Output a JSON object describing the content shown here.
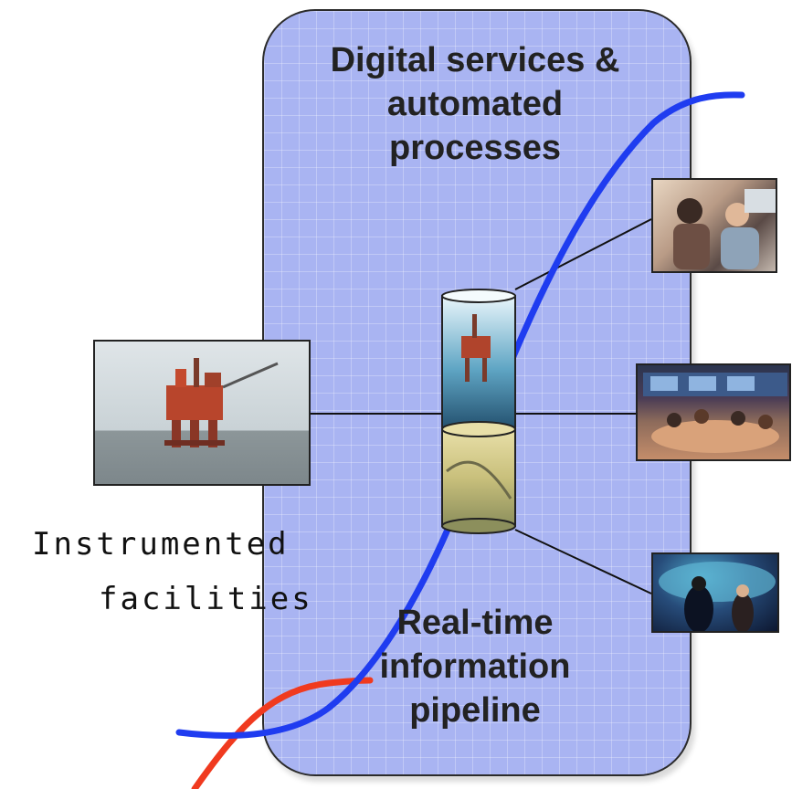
{
  "diagram": {
    "top_title": [
      "Digital services &",
      "automated",
      "processes"
    ],
    "bottom_title": [
      "Real-time",
      "information",
      "pipeline"
    ],
    "side_label": [
      "Instrumented",
      "facilities"
    ],
    "colors": {
      "panel": "#a9b4f2",
      "blue_curve": "#1f3cf0",
      "red_curve": "#f03a1f"
    },
    "icons": {
      "platform_photo": "offshore-platform-image",
      "office_photo": "office-workers-image",
      "control_room_photo": "control-room-image",
      "visualization_photo": "visualization-room-image",
      "cylinder": "database-cylinder-icon"
    }
  }
}
